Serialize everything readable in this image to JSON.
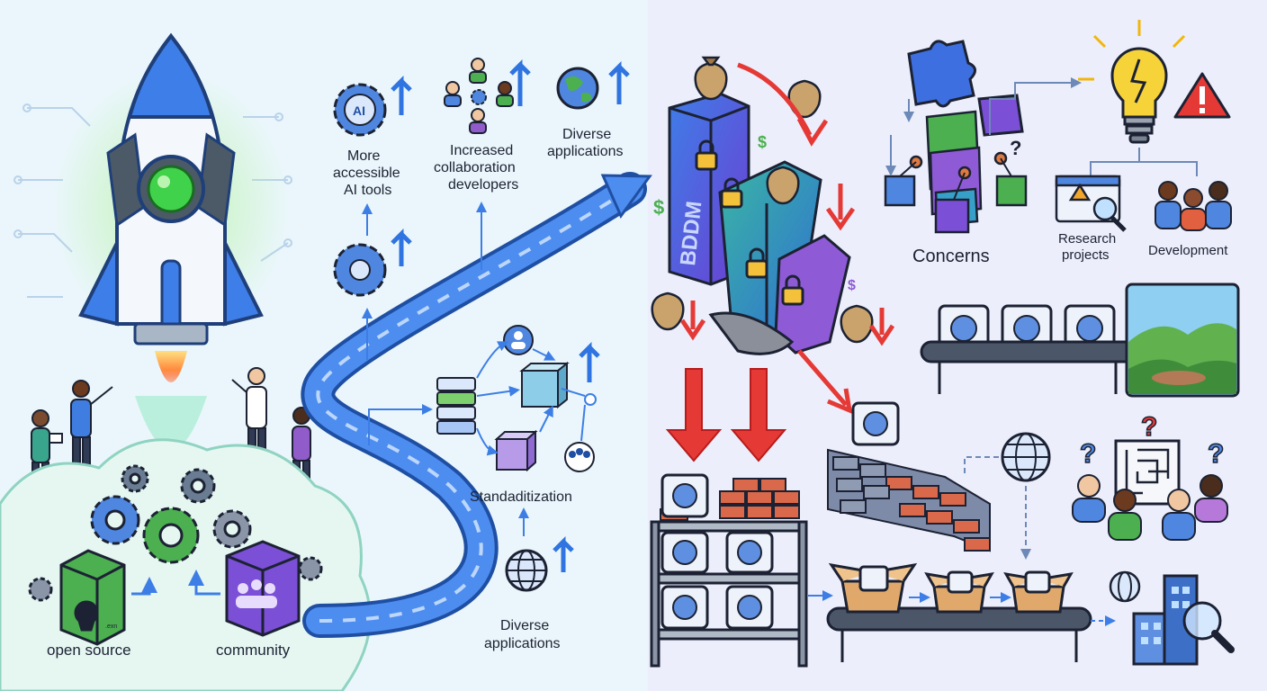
{
  "labels": {
    "more_accessible": [
      "More",
      "accessible",
      "AI tools"
    ],
    "collaboration": [
      "Increased",
      "collaboration",
      "developers"
    ],
    "diverse_top": [
      "Diverse",
      "applications"
    ],
    "standardization": "Standaditization",
    "diverse_bottom": [
      "Diverse",
      "applications"
    ],
    "open_source": "open source",
    "community": "community",
    "concerns": "Concerns",
    "research": [
      "Research",
      "projects"
    ],
    "development": "Development",
    "tower_text": "BDDM",
    "ai_badge": "AI",
    "small_tag": ".exn"
  },
  "colors": {
    "left_bg": "#eaf6fb",
    "right_bg": "#eceefb",
    "path_blue": "#3d7ee6",
    "rise_blue": "#2f74e0",
    "fall_red": "#e53935",
    "green": "#55b94a",
    "purple": "#7b4fd6",
    "gold": "#f4c23a"
  },
  "icons": [
    "rocket-icon",
    "gear-icon",
    "people-icon",
    "globe-icon",
    "money-bag-icon",
    "padlock-icon",
    "puzzle-icon",
    "lightbulb-icon",
    "warning-icon",
    "brain-icon",
    "conveyor-icon",
    "brick-wall-icon",
    "maze-icon",
    "magnifier-icon",
    "box-icon",
    "building-icon"
  ]
}
